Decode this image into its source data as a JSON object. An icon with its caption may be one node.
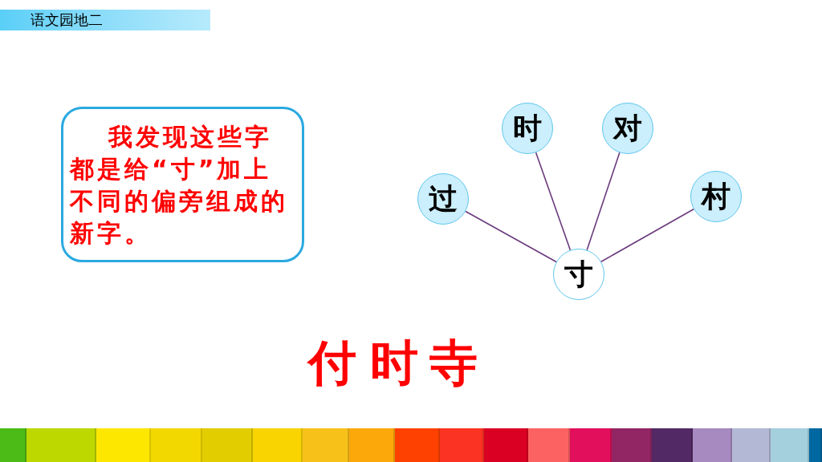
{
  "diagram": {
    "title": "语文园地二",
    "nodes": [
      {
        "text": [
          "我发现这些字都是给“寸”加上不同的偏旁组成的新字。"
        ]
      },
      {
        "text": [
          "时"
        ]
      },
      {
        "text": [
          "对"
        ]
      },
      {
        "text": [
          "过"
        ]
      },
      {
        "text": [
          "村"
        ]
      },
      {
        "text": [
          "寸"
        ]
      }
    ],
    "edges": [
      {
        "from": 1,
        "to": 5,
        "arrow": "none"
      },
      {
        "from": 2,
        "to": 5,
        "arrow": "none"
      },
      {
        "from": 3,
        "to": 5,
        "arrow": "none"
      },
      {
        "from": 4,
        "to": 5,
        "arrow": "none"
      }
    ],
    "labels": [
      "付",
      "时",
      "寺"
    ]
  }
}
